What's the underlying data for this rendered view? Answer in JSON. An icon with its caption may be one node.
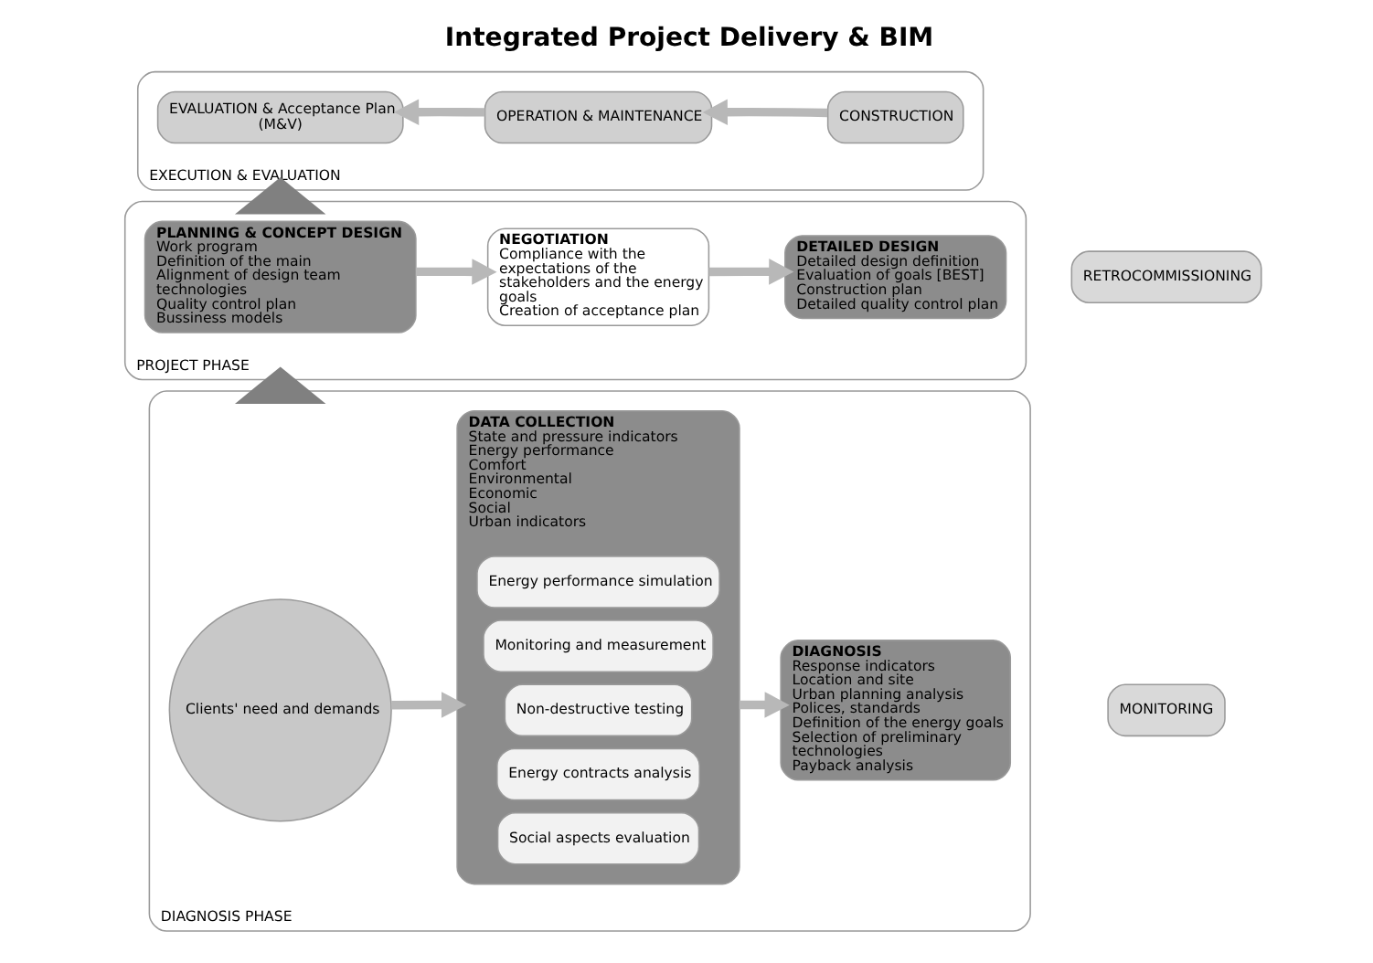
{
  "diagram": {
    "title": "Integrated Project Delivery & BIM",
    "nodes": [
      {
        "text": [
          "DIAGNOSIS PHASE"
        ]
      },
      {
        "text": [
          "Clients' need and demands"
        ],
        "in": 0
      },
      {
        "text": [
          "DATA COLLECTION",
          "State and pressure indicators",
          "Energy performance",
          "Comfort",
          "Environmental",
          "Economic",
          "Social",
          "Urban indicators"
        ],
        "in": 0
      },
      {
        "text": [
          "Energy performance simulation"
        ],
        "in": 2
      },
      {
        "text": [
          "Monitoring and measurement"
        ],
        "in": 2
      },
      {
        "text": [
          "Non-destructive testing"
        ],
        "in": 2
      },
      {
        "text": [
          "Energy contracts analysis"
        ],
        "in": 2
      },
      {
        "text": [
          "Social aspects evaluation"
        ],
        "in": 2
      },
      {
        "text": [
          "DIAGNOSIS",
          "Response indicators",
          "Location and site",
          "Urban planning analysis",
          "Polices, standards",
          "Definition of the energy goals",
          "Selection of preliminary technologies",
          "Payback analysis"
        ],
        "in": 0
      },
      {
        "text": [
          "PROJECT PHASE"
        ]
      },
      {
        "text": [
          "PLANNING & CONCEPT DESIGN",
          "Work program",
          "Definition of the main",
          "Alignment of design team",
          "technologies",
          "Quality control plan",
          "Bussiness models"
        ],
        "in": 9
      },
      {
        "text": [
          "NEGOTIATION",
          "Compliance with the expectations of the stakeholders and the energy goals",
          "Creation of acceptance plan"
        ],
        "in": 9
      },
      {
        "text": [
          "DETAILED DESIGN",
          "Detailed design definition",
          "Evaluation of goals [BEST]",
          "Construction plan",
          "Detailed quality control plan"
        ],
        "in": 9
      },
      {
        "text": [
          "EXECUTION & EVALUATION"
        ]
      },
      {
        "text": [
          "EVALUATION & Acceptance Plan (M&V)"
        ],
        "in": 13
      },
      {
        "text": [
          "OPERATION & MAINTENANCE"
        ],
        "in": 13
      },
      {
        "text": [
          "CONSTRUCTION"
        ],
        "in": 13
      },
      {
        "text": [
          "RETROCOMMISSIONING"
        ]
      },
      {
        "text": [
          "MONITORING"
        ]
      }
    ],
    "edges": [
      {
        "from": 1,
        "to": 2,
        "arrow": "to"
      },
      {
        "from": 2,
        "to": 8,
        "arrow": "to"
      },
      {
        "from": 0,
        "to": 9,
        "arrow": "to",
        "style": "thick",
        "color": "#808080"
      },
      {
        "from": 10,
        "to": 11,
        "arrow": "to"
      },
      {
        "from": 11,
        "to": 12,
        "arrow": "to"
      },
      {
        "from": 9,
        "to": 13,
        "arrow": "to",
        "style": "thick",
        "color": "#808080"
      },
      {
        "from": 16,
        "to": 15,
        "arrow": "to"
      },
      {
        "from": 15,
        "to": 14,
        "arrow": "to"
      }
    ]
  }
}
